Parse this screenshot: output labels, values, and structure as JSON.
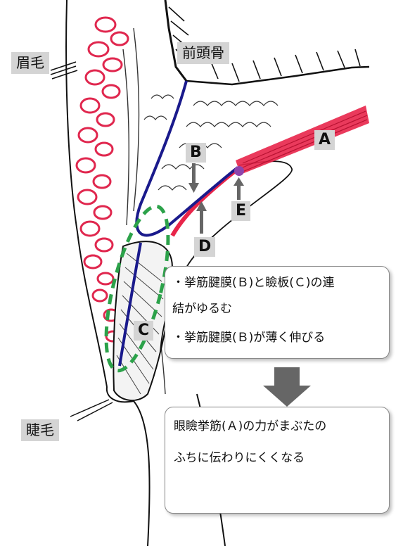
{
  "labels": {
    "eyebrow": "眉毛",
    "frontal_bone": "前頭骨",
    "eyelash": "睫毛",
    "a": "A",
    "b": "B",
    "c": "C",
    "d": "D",
    "e": "E"
  },
  "box1": {
    "line1": "・挙筋腱膜(Ｂ)と瞼板(Ｃ)の連",
    "line2": "結がゆるむ",
    "line3": "・挙筋腱膜(Ｂ)が薄く伸びる"
  },
  "box2": {
    "line1": "眼瞼挙筋(Ａ)の力がまぶたの",
    "line2": "ふちに伝わりにくくなる"
  },
  "colors": {
    "aponeurosis": "#1a1a8c",
    "muscle": "#e8254a",
    "hair_follicle": "#e0274e",
    "highlight": "#2ca24a",
    "arrow": "#666666",
    "label_bg": "#d4d4d4"
  }
}
